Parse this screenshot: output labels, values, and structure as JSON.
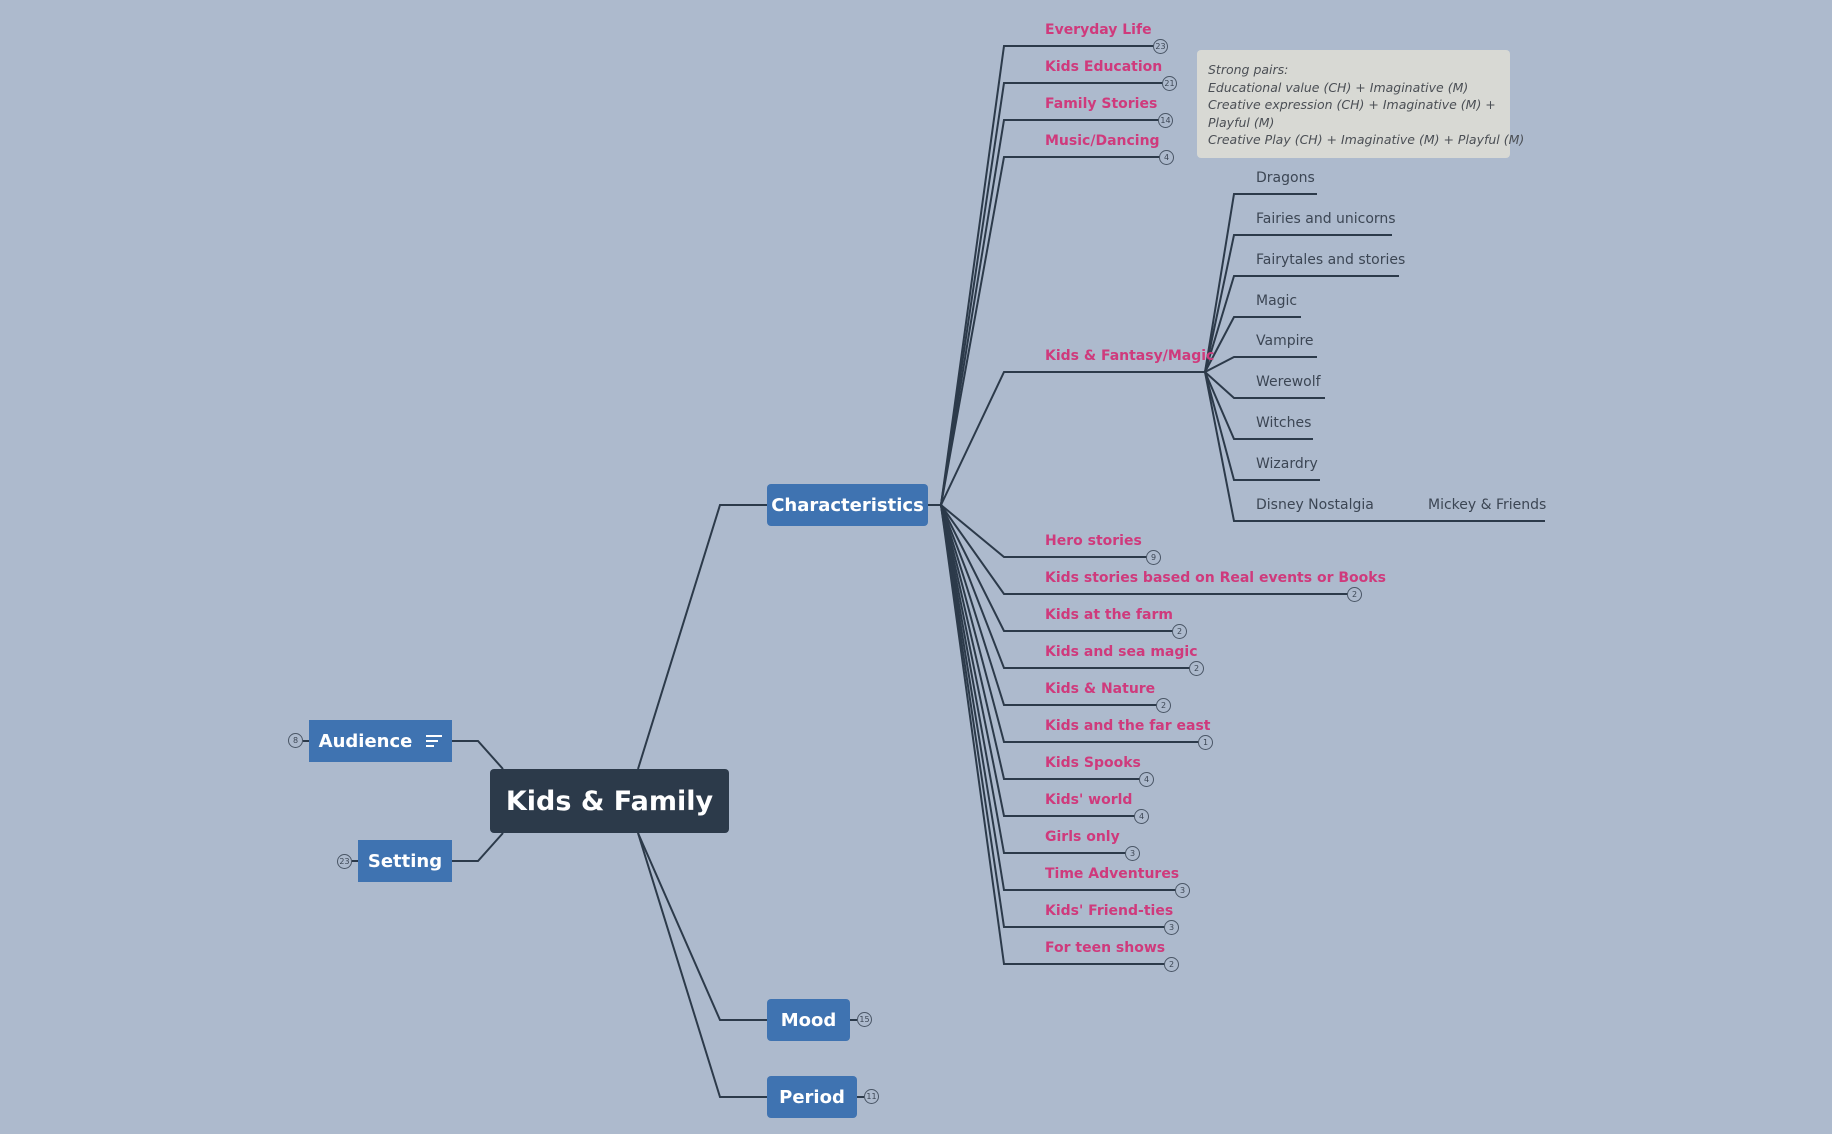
{
  "colors": {
    "background": "#adbacd",
    "central": "#2c3a4a",
    "main_topic": "#3f73b1",
    "topic_text": "#cf3a7c",
    "line": "#2c3a4a",
    "note_bg": "#d8d9d4"
  },
  "central": {
    "label": "Kids & Family"
  },
  "main": {
    "characteristics": {
      "label": "Characteristics"
    },
    "audience": {
      "label": "Audience",
      "badge": "8",
      "icon": "notes-icon"
    },
    "setting": {
      "label": "Setting",
      "badge": "23"
    },
    "mood": {
      "label": "Mood",
      "badge": "15"
    },
    "period": {
      "label": "Period",
      "badge": "11"
    }
  },
  "topics": [
    {
      "label": "Everyday Life",
      "badge": "23"
    },
    {
      "label": "Kids Education",
      "badge": "21"
    },
    {
      "label": "Family Stories",
      "badge": "14"
    },
    {
      "label": "Music/Dancing",
      "badge": "4"
    },
    {
      "label": "Kids & Fantasy/Magic",
      "badge": ""
    },
    {
      "label": "Hero stories",
      "badge": "9"
    },
    {
      "label": "Kids stories based on Real events or Books",
      "badge": "2"
    },
    {
      "label": "Kids at the farm",
      "badge": "2"
    },
    {
      "label": "Kids and sea magic",
      "badge": "2"
    },
    {
      "label": "Kids & Nature",
      "badge": "2"
    },
    {
      "label": "Kids and the far east",
      "badge": "1"
    },
    {
      "label": "Kids Spooks",
      "badge": "4"
    },
    {
      "label": "Kids' world",
      "badge": "4"
    },
    {
      "label": "Girls only",
      "badge": "3"
    },
    {
      "label": "Time Adventures",
      "badge": "3"
    },
    {
      "label": "Kids' Friend-ties",
      "badge": "3"
    },
    {
      "label": "For teen shows",
      "badge": "2"
    }
  ],
  "fantasy_subtopics": [
    "Dragons",
    "Fairies and unicorns",
    "Fairytales and stories",
    "Magic",
    "Vampire",
    "Werewolf",
    "Witches",
    "Wizardry",
    "Disney Nostalgia"
  ],
  "disney_child": "Mickey & Friends",
  "note": {
    "lines": [
      "Strong pairs:",
      "Educational value (CH) + Imaginative (M)",
      "Creative expression (CH) + Imaginative (M) +",
      "Playful (M)",
      "Creative Play (CH) + Imaginative (M) + Playful (M)"
    ]
  }
}
